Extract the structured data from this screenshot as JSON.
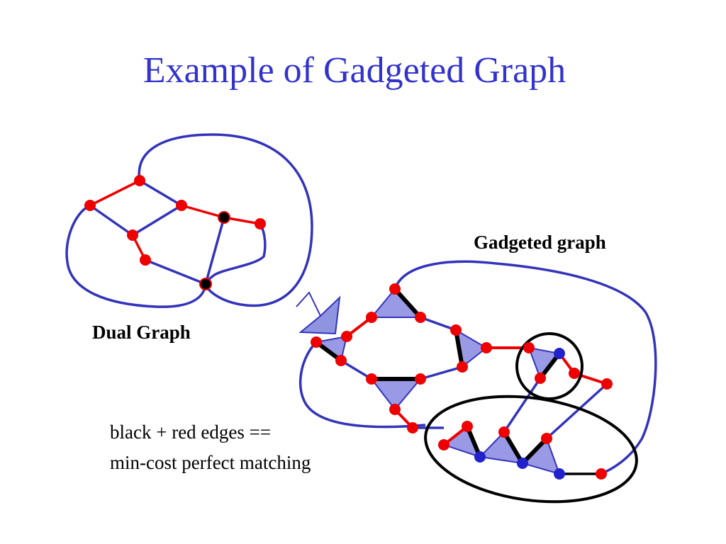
{
  "slide": {
    "title": "Example of Gadgeted Graph",
    "dual_graph_label": "Dual Graph",
    "gadgeted_graph_label": "Gadgeted graph",
    "note_line1": "black + red edges  ==",
    "note_line2": "min-cost perfect matching"
  },
  "colors": {
    "title": "#3333cc",
    "blue_edge": "#3333bb",
    "red": "#ee0000",
    "black": "#000000",
    "triangle_fill": "#9999e6",
    "blue_node": "#2222cc"
  },
  "icons": {
    "arrow": "arrow-icon"
  }
}
